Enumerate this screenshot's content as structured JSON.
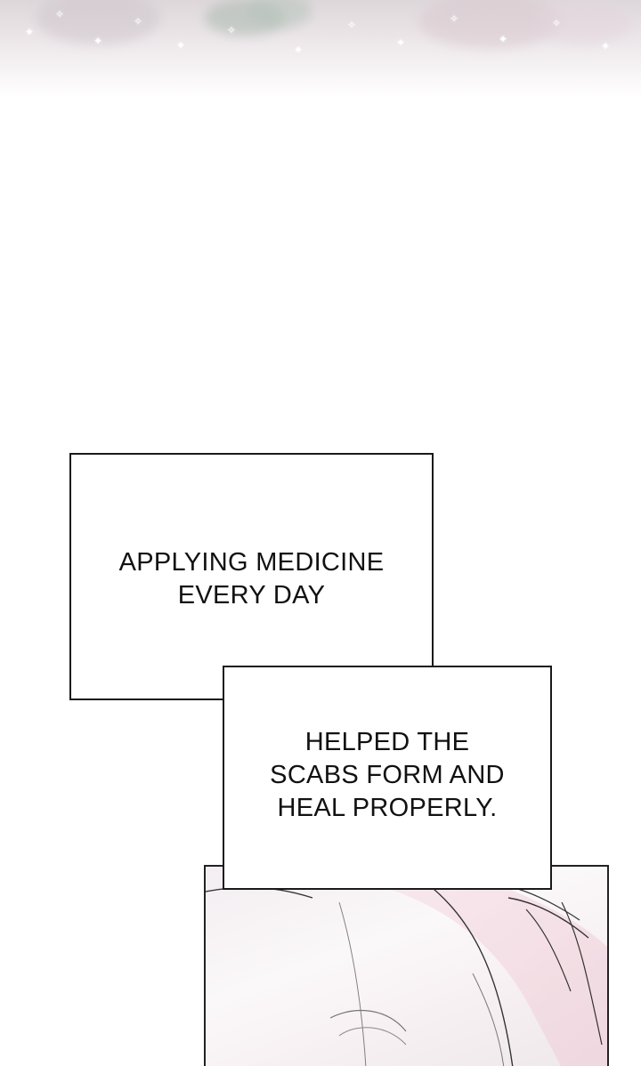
{
  "captions": [
    {
      "lines": [
        "APPLYING MEDICINE",
        "EVERY DAY"
      ]
    },
    {
      "lines": [
        "HELPED THE",
        "SCABS FORM AND",
        "HEAL PROPERLY."
      ]
    }
  ],
  "colors": {
    "background": "#ffffff",
    "border": "#1a1a1a",
    "text": "#111111",
    "art_tint": "#eae4e7"
  },
  "panels": {
    "top": {
      "icon": "sparkle-icon"
    },
    "bottom": {
      "subject": "close-up-face-art"
    }
  }
}
